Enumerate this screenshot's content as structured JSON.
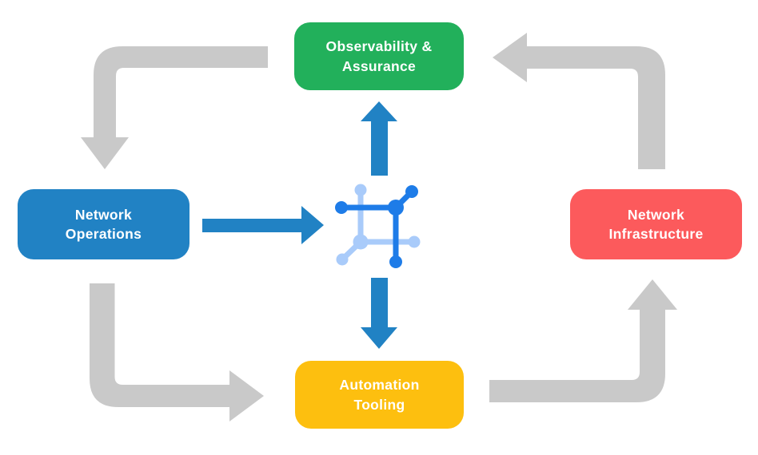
{
  "diagram": {
    "name": "network-automation-cycle",
    "nodes": {
      "observability": {
        "label": "Observability &\nAssurance",
        "color": "#22B05B",
        "text_color": "#FFFFFF"
      },
      "operations": {
        "label": "Network\nOperations",
        "color": "#2182C4",
        "text_color": "#FFFFFF"
      },
      "infrastructure": {
        "label": "Network\nInfrastructure",
        "color": "#FC5A5C",
        "text_color": "#FFFFFF"
      },
      "automation": {
        "label": "Automation\nTooling",
        "color": "#FDBF0F",
        "text_color": "#FFFFFF"
      }
    },
    "center_icon": {
      "name": "network-mesh-icon",
      "dark_color": "#1E7CE8",
      "light_color": "#A9CBFA"
    },
    "flows": [
      {
        "from": "observability",
        "to": "operations",
        "style": "cycle"
      },
      {
        "from": "operations",
        "to": "automation",
        "style": "cycle"
      },
      {
        "from": "automation",
        "to": "infrastructure",
        "style": "cycle"
      },
      {
        "from": "infrastructure",
        "to": "observability",
        "style": "cycle"
      },
      {
        "from": "operations",
        "to": "center-icon",
        "style": "data"
      },
      {
        "from": "center-icon",
        "to": "observability",
        "style": "data"
      },
      {
        "from": "center-icon",
        "to": "automation",
        "style": "data"
      }
    ],
    "colors": {
      "cycle_arrow": "#C9C9C9",
      "data_arrow": "#2182C4",
      "background": "#FFFFFF"
    }
  }
}
